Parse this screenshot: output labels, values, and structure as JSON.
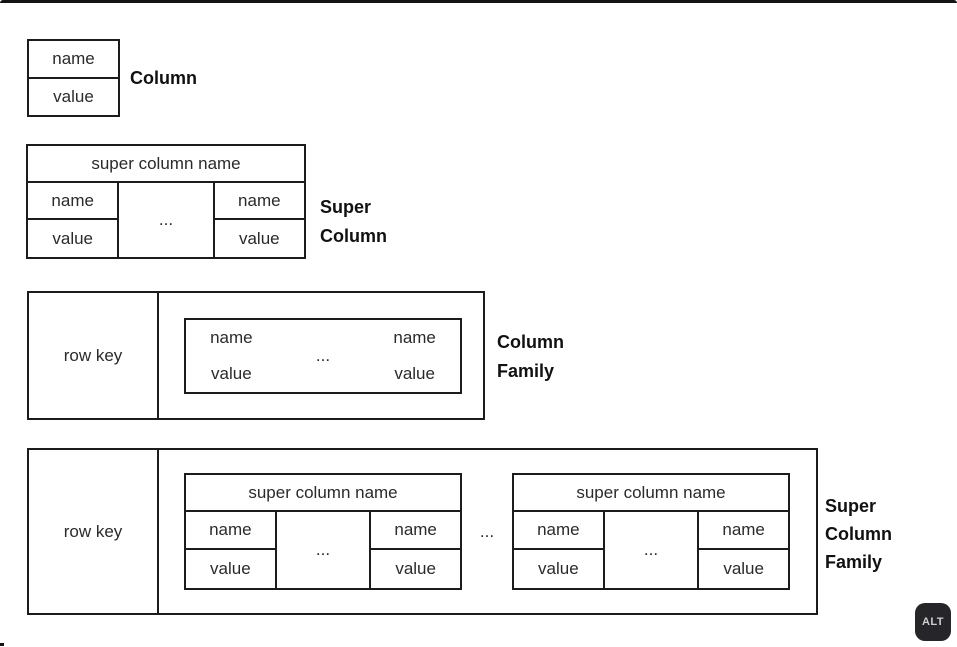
{
  "cells": {
    "name": "name",
    "value": "value",
    "super_column_name": "super column name",
    "row_key": "row key",
    "ellipsis": "..."
  },
  "labels": {
    "column": "Column",
    "super_column": {
      "line1": "Super",
      "line2": "Column"
    },
    "column_family": {
      "line1": "Column",
      "line2": "Family"
    },
    "super_column_family": {
      "line1": "Super",
      "line2": "Column",
      "line3": "Family"
    }
  },
  "badge": {
    "alt_label": "ALT"
  },
  "colors": {
    "line": "#1c1c1c",
    "text": "#2a2a2a",
    "label": "#111111",
    "badge_bg": "#26262a",
    "badge_text": "#cfcfcf"
  }
}
